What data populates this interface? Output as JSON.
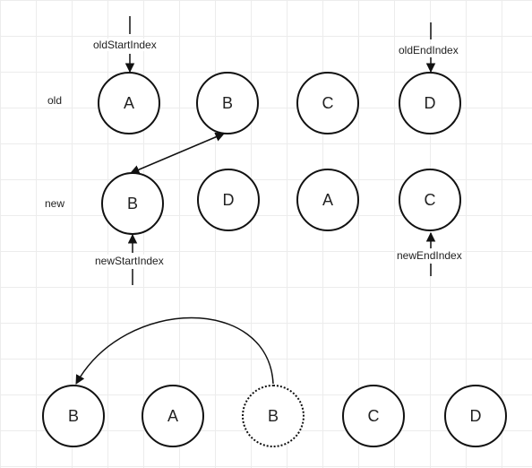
{
  "rows": {
    "old_label": "old",
    "new_label": "new"
  },
  "pointers": {
    "old_start": "oldStartIndex",
    "old_end": "oldEndIndex",
    "new_start": "newStartIndex",
    "new_end": "newEndIndex"
  },
  "old_nodes": [
    "A",
    "B",
    "C",
    "D"
  ],
  "new_nodes": [
    "B",
    "D",
    "A",
    "C"
  ],
  "result_nodes": [
    "B",
    "A",
    "B",
    "C",
    "D"
  ]
}
